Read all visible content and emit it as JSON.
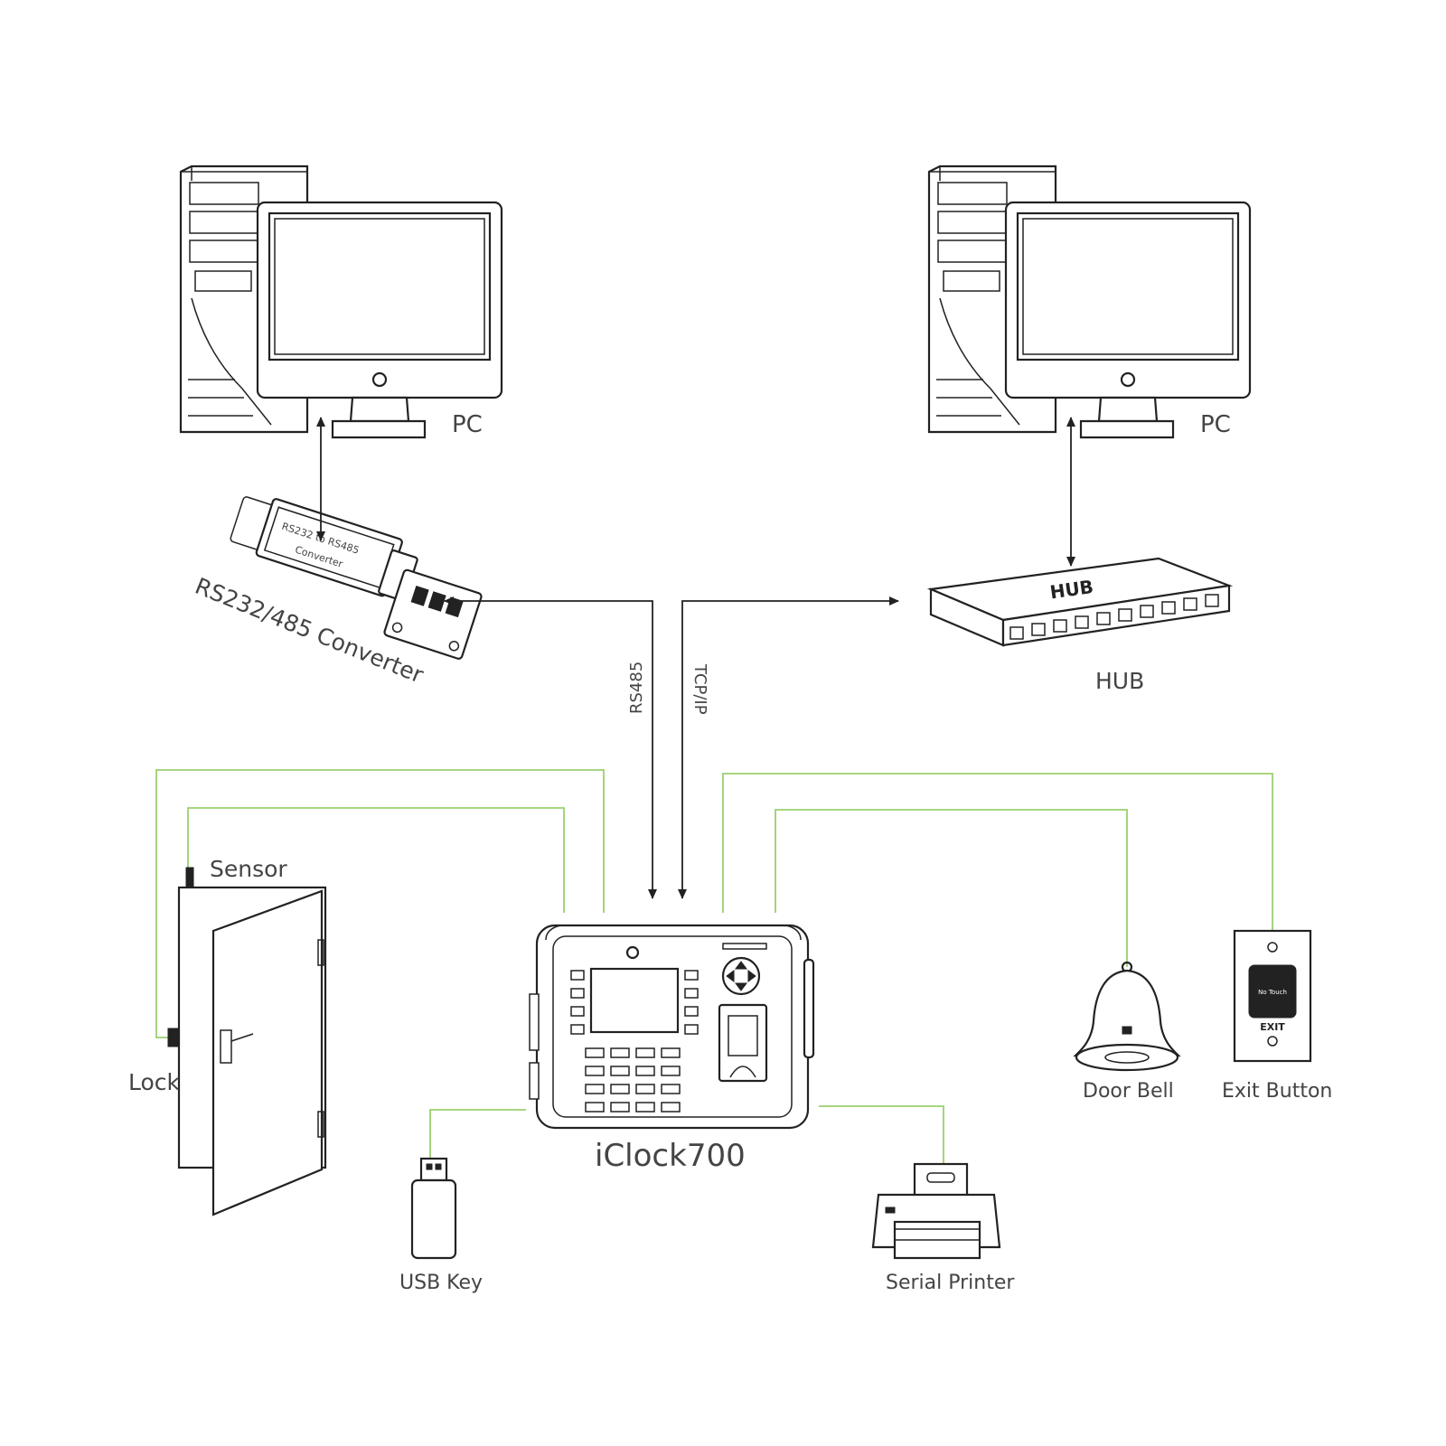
{
  "nodes": {
    "pc_left": "PC",
    "pc_right": "PC",
    "converter": "RS232/485 Converter",
    "converter_face_1": "RS232 to RS485",
    "converter_face_2": "Converter",
    "hub": "HUB",
    "hub_face": "HUB",
    "sensor": "Sensor",
    "lock": "Lock",
    "device": "iClock700",
    "usb_key": "USB Key",
    "serial_printer": "Serial Printer",
    "door_bell": "Door Bell",
    "exit_button": "Exit Button",
    "exit_face": "EXIT",
    "exit_brand": "No Touch"
  },
  "links": {
    "rs485": "RS485",
    "tcpip": "TCP/IP"
  },
  "colors": {
    "wire": "#9bcf6e",
    "line": "#222222",
    "label": "#444444"
  }
}
